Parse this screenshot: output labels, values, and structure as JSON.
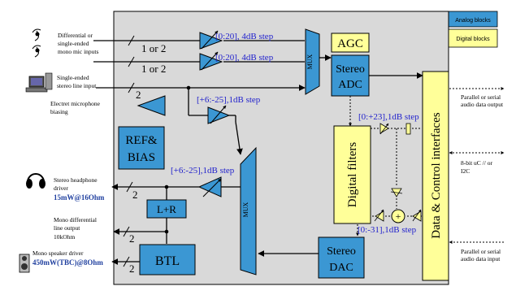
{
  "legend": {
    "analog": "Analog blocks",
    "digital": "Digital blocks",
    "analog_color": "#3b97d3",
    "digital_color": "#ffff99"
  },
  "colors": {
    "chip_bg": "#d9d9d9",
    "blue_text": "#1f1fcc",
    "teal_text": "#1f3f9f"
  },
  "left_labels": {
    "diff_mic_1": "Differential or",
    "diff_mic_2": "single-ended",
    "diff_mic_3": "mono mic inputs",
    "line_in_1": "Single-ended",
    "line_in_2": "stereo line input",
    "electret_1": "Electret microphone",
    "electret_2": "biasing",
    "hp_1": "Stereo headphone",
    "hp_2": "driver",
    "hp_power": "15mW@16Ohm",
    "mono_1": "Mono differential",
    "mono_2": "line output",
    "mono_3": "10kOhm",
    "spk_1": "Mono speaker driver",
    "spk_power": "450mW(TBC)@8Ohm"
  },
  "right_labels": {
    "out_1": "Parallel or serial",
    "out_2": "audio data output",
    "uc_1": "8-bit uC // or",
    "uc_2": "I2C",
    "in_1": "Parallel or serial",
    "in_2": "audio data input"
  },
  "bus": {
    "one_or_two_a": "1 or 2",
    "one_or_two_b": "1 or 2",
    "two_line": "2",
    "two_hp": "2",
    "two_mono": "2",
    "two_spk": "2"
  },
  "gains": {
    "mic_a": "[0:20], 4dB step",
    "mic_b": "[0:20], 4dB step",
    "line_in": "[+6:-25],1dB step",
    "hp": "[+6:-25],1dB step",
    "dig_top": "[0:+23],1dB step",
    "dig_bottom": "[0:-31],1dB step"
  },
  "blocks": {
    "mux_top": "MUX",
    "mux_bottom": "MUX",
    "agc": "AGC",
    "stereo_adc_1": "Stereo",
    "stereo_adc_2": "ADC",
    "ref_bias_1": "REF&",
    "ref_bias_2": "BIAS",
    "lr": "L+R",
    "btl": "BTL",
    "stereo_dac_1": "Stereo",
    "stereo_dac_2": "DAC",
    "digital_filters": "Digital filters",
    "data_control": "Data & Control interfaces",
    "plus": "+"
  }
}
